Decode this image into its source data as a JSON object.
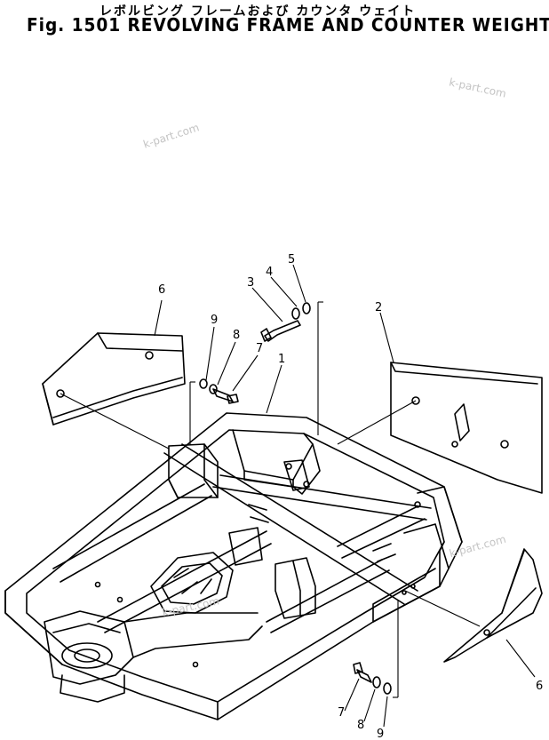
{
  "header": {
    "japanese_title": "レボルビング フレームおよび カウンタ ウェイト",
    "title": "Fig. 1501 REVOLVING FRAME AND COUNTER WEIGHT"
  },
  "watermark": "k-part.com",
  "callouts": [
    {
      "id": "c6a",
      "label": "6"
    },
    {
      "id": "c9a",
      "label": "9"
    },
    {
      "id": "c8a",
      "label": "8"
    },
    {
      "id": "c7a",
      "label": "7"
    },
    {
      "id": "c3",
      "label": "3"
    },
    {
      "id": "c4",
      "label": "4"
    },
    {
      "id": "c5",
      "label": "5"
    },
    {
      "id": "c1",
      "label": "1"
    },
    {
      "id": "c2",
      "label": "2"
    },
    {
      "id": "c6b",
      "label": "6"
    },
    {
      "id": "c7b",
      "label": "7"
    },
    {
      "id": "c8b",
      "label": "8"
    },
    {
      "id": "c9b",
      "label": "9"
    }
  ],
  "colors": {
    "ink": "#000000",
    "watermark": "#c4c4c4",
    "background": "#ffffff"
  }
}
